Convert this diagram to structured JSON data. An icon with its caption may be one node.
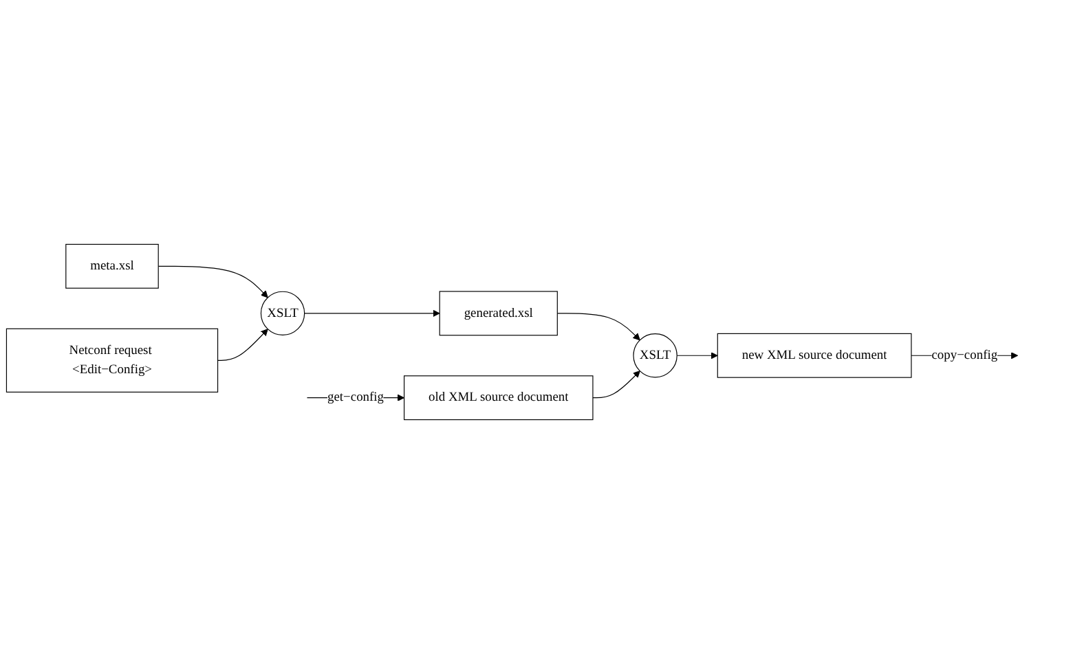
{
  "diagram": {
    "nodes": [
      {
        "text": [
          "meta.xsl"
        ]
      },
      {
        "text": [
          "Netconf request <Edit−Config>"
        ]
      },
      {
        "text": [
          "XSLT"
        ]
      },
      {
        "text": [
          "generated.xsl"
        ]
      },
      {
        "text": [
          "old XML source document"
        ]
      },
      {
        "text": [
          "XSLT"
        ]
      },
      {
        "text": [
          "new XML source document"
        ]
      }
    ],
    "edges": [
      {
        "from": 0,
        "to": 2,
        "arrow": "to"
      },
      {
        "from": 1,
        "to": 2,
        "arrow": "to"
      },
      {
        "from": 2,
        "to": 3,
        "arrow": "to"
      },
      {
        "from": 3,
        "to": 5,
        "arrow": "to"
      },
      {
        "from": 4,
        "to": 5,
        "arrow": "to"
      },
      {
        "from": 5,
        "to": 6,
        "arrow": "to"
      },
      {
        "from": null,
        "to": 4,
        "arrow": "to",
        "label": "get−config"
      },
      {
        "from": 6,
        "to": null,
        "arrow": "to",
        "label": "copy−config"
      }
    ]
  }
}
